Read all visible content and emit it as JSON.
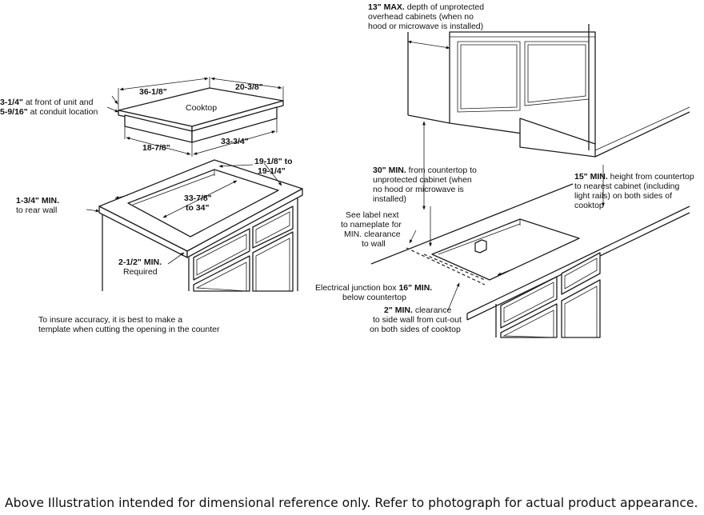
{
  "left": {
    "dim_width": "36-1/8\"",
    "dim_depth": "20-3/8\"",
    "cooktop_label": "Cooktop",
    "side_note_a_bold": "3-1/4\"",
    "side_note_a_text": " at front of unit and",
    "side_note_b_bold": "5-9/16\"",
    "side_note_b_text": " at conduit location",
    "dim_bottom_depth": "18-7/8\"",
    "dim_bottom_width": "33-3/4\"",
    "cutout_depth_l1": "19-1/8\" to",
    "cutout_depth_l2": "19-1/4\"",
    "cutout_width_l1": "33-7/8\"",
    "cutout_width_l2": "to 34\"",
    "rear_wall_bold": "1-3/4\" MIN.",
    "rear_wall_text": "to rear wall",
    "front_bold": "2-1/2\" MIN.",
    "front_text": "Required",
    "accuracy_l1": "To insure accuracy, it is best to make a",
    "accuracy_l2": "template when cutting the opening in the counter"
  },
  "right": {
    "max13_bold": "13\" MAX.",
    "max13_l1": " depth of unprotected",
    "max13_l2": "overhead cabinets (when no",
    "max13_l3": "hood or microwave is installed)",
    "min30_bold": "30\" MIN.",
    "min30_l1": " from countertop to",
    "min30_l2": "unprotected cabinet (when",
    "min30_l3": "no hood or microwave is",
    "min30_l4": "installed)",
    "min15_bold": "15\" MIN.",
    "min15_l1": " height from countertop",
    "min15_l2": "to nearest cabinet (including",
    "min15_l3": "light rails) on both sides of",
    "min15_l4": "cooktop",
    "label_l1": "See label next",
    "label_l2": "to nameplate for",
    "label_l3": "MIN. clearance",
    "label_l4": "to wall",
    "junction_text": "Electrical junction box ",
    "junction_bold": "16\" MIN.",
    "junction_l2": "below countertop",
    "min2_bold": "2\" MIN.",
    "min2_l1": " clearance",
    "min2_l2": "to side wall from cut-out",
    "min2_l3": "on both sides of cooktop"
  },
  "footer": "Above Illustration intended for dimensional reference only. Refer to photograph for actual product appearance."
}
